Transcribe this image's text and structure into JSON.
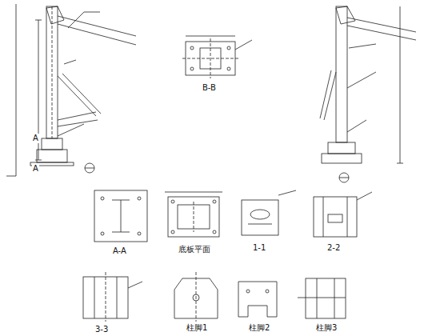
{
  "diagram": {
    "labels": [
      "A",
      "A",
      "B-B",
      "A-A",
      "底板平面",
      "1-1",
      "2-2",
      "3-3",
      "柱脚1",
      "柱脚2",
      "柱脚3"
    ]
  }
}
